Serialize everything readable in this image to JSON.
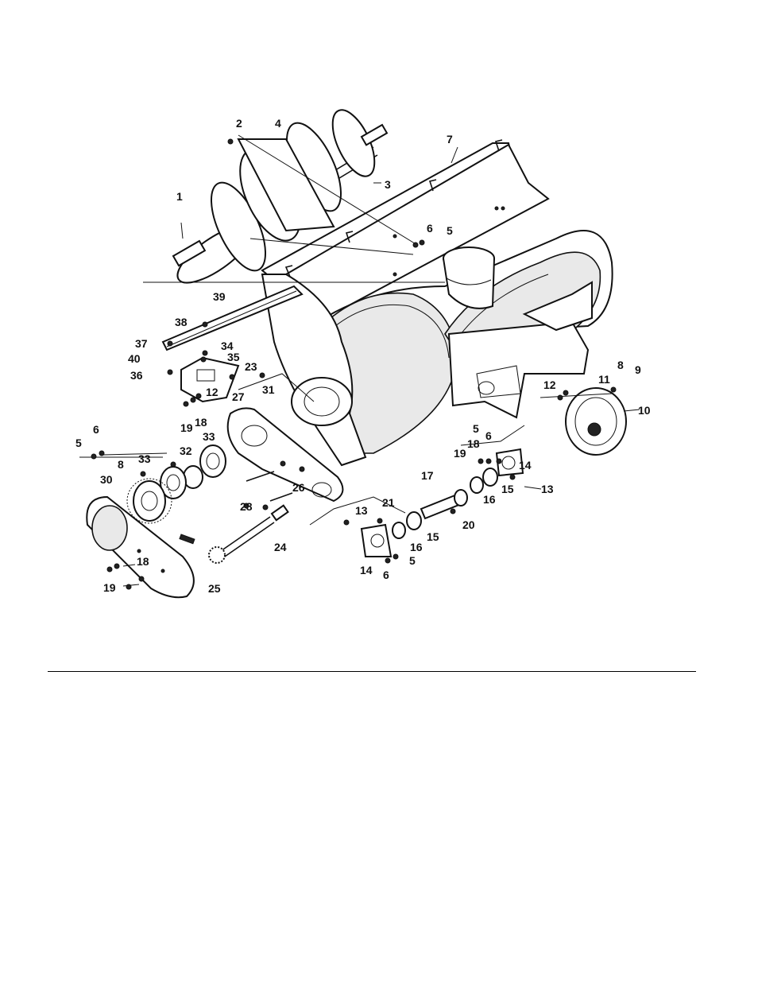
{
  "diagram": {
    "callouts": [
      "1",
      "2",
      "3",
      "4",
      "5",
      "6",
      "7",
      "8",
      "9",
      "10",
      "11",
      "12",
      "13",
      "14",
      "15",
      "16",
      "17",
      "18",
      "19",
      "20",
      "21",
      "23",
      "24",
      "25",
      "26",
      "27",
      "28",
      "30",
      "31",
      "32",
      "33",
      "34",
      "35",
      "36",
      "37",
      "38",
      "39",
      "40"
    ],
    "labels": {
      "l1": "1",
      "l2": "2",
      "l3": "3",
      "l4": "4",
      "l7": "7",
      "l6a": "6",
      "l5a": "5",
      "l39": "39",
      "l38": "38",
      "l37": "37",
      "l40": "40",
      "l34": "34",
      "l35": "35",
      "l36": "36",
      "l23": "23",
      "l12a": "12",
      "l18a": "18",
      "l19a": "19",
      "l31": "31",
      "l27": "27",
      "l5b": "5",
      "l6b": "6",
      "l33a": "33",
      "l32": "32",
      "l33b": "33",
      "l8a": "8",
      "l30": "30",
      "l26": "26",
      "l28": "28",
      "l24": "24",
      "l25": "25",
      "l18b": "18",
      "l19b": "19",
      "l8b": "8",
      "l9": "9",
      "l10": "10",
      "l11": "11",
      "l12b": "12",
      "l5c": "5",
      "l18c": "18",
      "l6c": "6",
      "l19c": "19",
      "l14a": "14",
      "l13a": "13",
      "l15a": "15",
      "l16a": "16",
      "l17": "17",
      "l20": "20",
      "l13b": "13",
      "l21": "21",
      "l16b": "16",
      "l15b": "15",
      "l14b": "14",
      "l6d": "6",
      "l5d": "5"
    }
  }
}
